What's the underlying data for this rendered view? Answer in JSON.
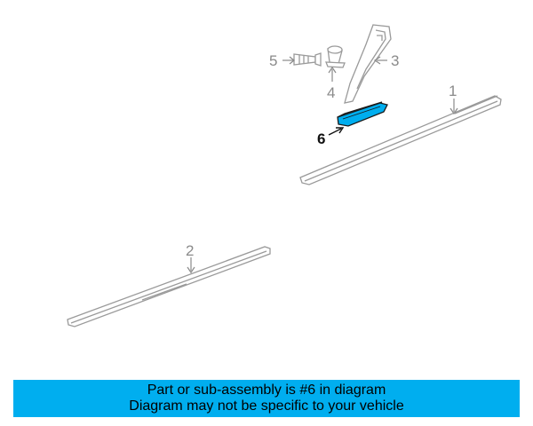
{
  "callouts": {
    "part1": "1",
    "part2": "2",
    "part3": "3",
    "part4": "4",
    "part5": "5",
    "part6": "6"
  },
  "highlight_color": "#00aeef",
  "banner": {
    "line1": "Part or sub-assembly is #6 in diagram",
    "line2": "Diagram may not be specific to your vehicle"
  }
}
